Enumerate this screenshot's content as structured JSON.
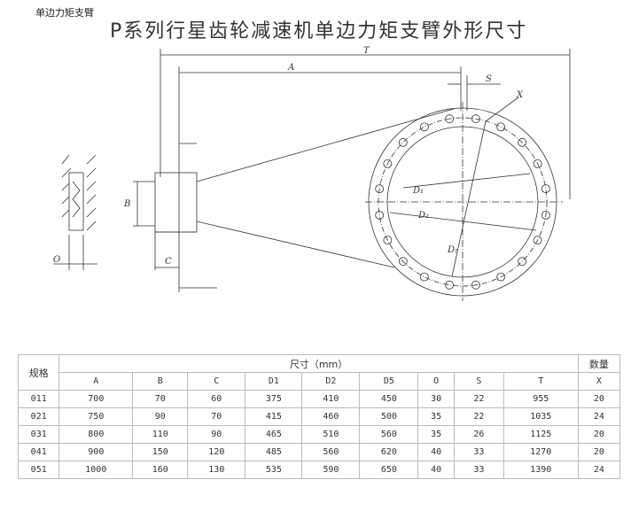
{
  "caption": "单边力矩支臂",
  "title": "P系列行星齿轮减速机单边力矩支臂外形尺寸",
  "drawing_labels": {
    "T": "T",
    "A": "A",
    "S": "S",
    "X": "X",
    "D1": "D₁",
    "D2": "D₂",
    "D5": "D₅",
    "B": "B",
    "C": "C",
    "O": "O"
  },
  "table": {
    "spec_header": "规格",
    "size_header": "尺寸（mm）",
    "qty_header": "数量",
    "columns": [
      "A",
      "B",
      "C",
      "D1",
      "D2",
      "D5",
      "O",
      "S",
      "T"
    ],
    "qty_column": "X",
    "rows": [
      [
        "011",
        "700",
        "70",
        "60",
        "375",
        "410",
        "450",
        "30",
        "22",
        "955",
        "20"
      ],
      [
        "021",
        "750",
        "90",
        "70",
        "415",
        "460",
        "500",
        "35",
        "22",
        "1035",
        "24"
      ],
      [
        "031",
        "800",
        "110",
        "90",
        "465",
        "510",
        "560",
        "35",
        "26",
        "1125",
        "20"
      ],
      [
        "041",
        "900",
        "150",
        "120",
        "485",
        "560",
        "620",
        "40",
        "33",
        "1270",
        "20"
      ],
      [
        "051",
        "1000",
        "160",
        "130",
        "535",
        "590",
        "650",
        "40",
        "33",
        "1390",
        "24"
      ]
    ]
  }
}
